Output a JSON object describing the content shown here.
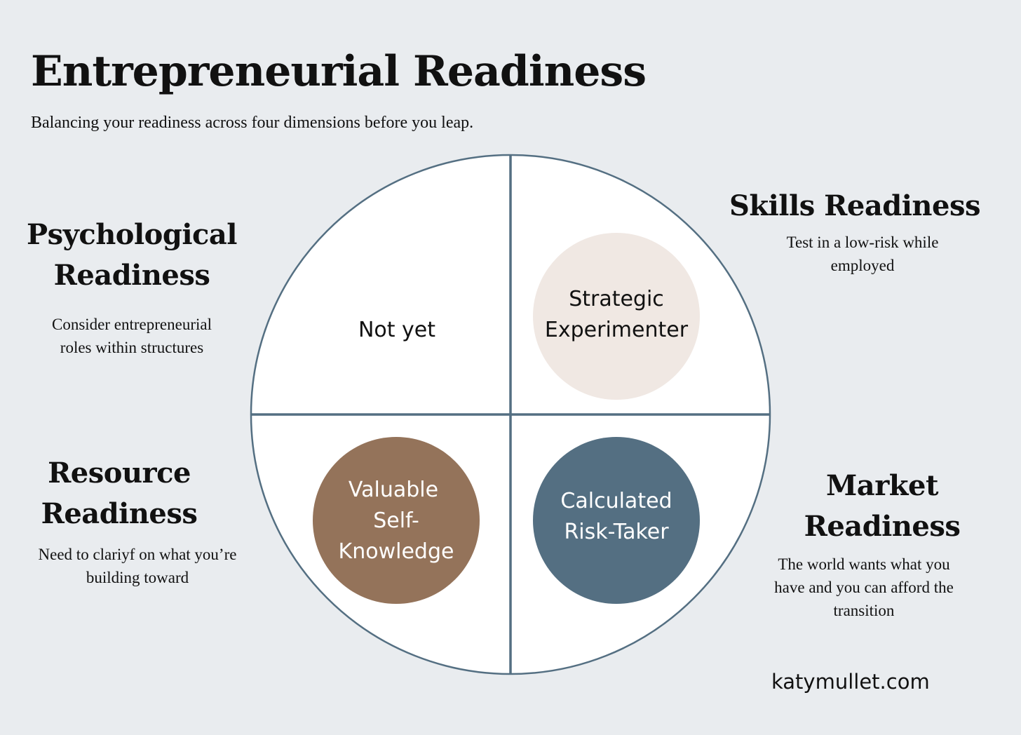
{
  "title": "Entrepreneurial Readiness",
  "subtitle": "Balancing your readiness across four dimensions before you leap.",
  "dimensions": {
    "psychological": {
      "title_line1": "Psychological",
      "title_line2": "Readiness",
      "desc_line1": "Consider entrepreneurial",
      "desc_line2": "roles within structures"
    },
    "skills": {
      "title": "Skills Readiness",
      "desc_line1": "Test in a low-risk while",
      "desc_line2": "employed"
    },
    "resource": {
      "title_line1": "Resource",
      "title_line2": "Readiness",
      "desc_line1": "Need to clariyf on what you’re",
      "desc_line2": "building toward"
    },
    "market": {
      "title_line1": "Market",
      "title_line2": "Readiness",
      "desc_line1": "The world wants what you",
      "desc_line2": "have and you can afford the",
      "desc_line3": "transition"
    }
  },
  "quadrants": {
    "top_left": {
      "line1": "Not yet"
    },
    "top_right": {
      "line1": "Strategic",
      "line2": "Experimenter",
      "fill": "#f0e8e3",
      "text_color": "#111111"
    },
    "bottom_left": {
      "line1": "Valuable",
      "line2": "Self-",
      "line3": "Knowledge",
      "fill": "#94735a",
      "text_color": "#ffffff"
    },
    "bottom_right": {
      "line1": "Calculated",
      "line2": "Risk-Taker",
      "fill": "#546f82",
      "text_color": "#ffffff"
    }
  },
  "colors": {
    "background": "#e9ecef",
    "circle_fill": "#ffffff",
    "circle_stroke": "#546f82"
  },
  "footer": "katymullet.com"
}
